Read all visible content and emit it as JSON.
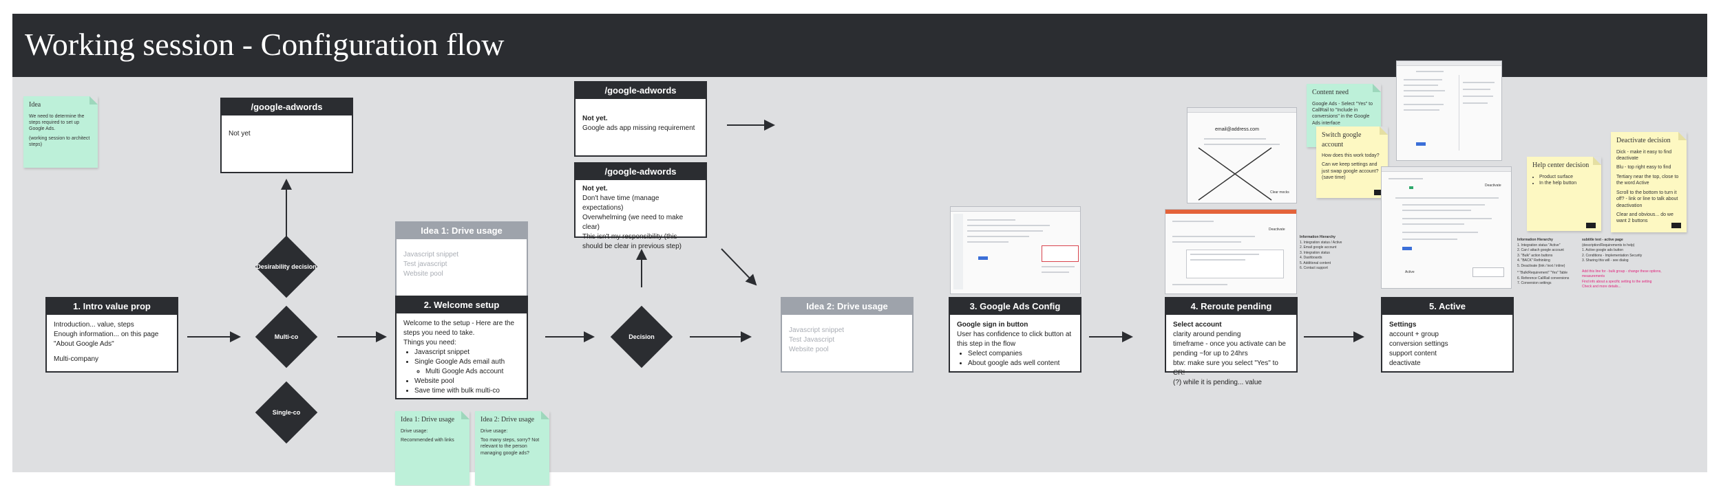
{
  "header": {
    "title": "Working session - Configuration flow"
  },
  "stickies": {
    "idea": {
      "title": "Idea",
      "lines": [
        "We need to determine the steps required to set up Google Ads.",
        "(working session to architect steps)"
      ]
    },
    "drive1": {
      "title": "Idea 1: Drive usage",
      "lines": [
        "Drive usage:",
        "Recommended with links"
      ]
    },
    "drive2": {
      "title": "Idea 2: Drive usage",
      "lines": [
        "Drive usage:",
        "Too many steps, sorry? Not relevant to the person managing google ads?"
      ]
    },
    "content_need": {
      "title": "Content need",
      "lines": [
        "Google Ads - Select \"Yes\" to CallRail to \"Include in conversions\" in the Google Ads interface"
      ]
    },
    "switch_account": {
      "title": "Switch google account",
      "lines": [
        "How does this work today?",
        "Can we keep settings and just swap google account? (save time)"
      ]
    },
    "help_center": {
      "title": "Help center decision",
      "lines": [
        "Product surface",
        "In the help button"
      ]
    },
    "deactivate": {
      "title": "Deactivate decision",
      "lines": [
        "Dick - make it easy to find deactivate",
        "Blu - top right easy to find",
        "Tertiary near the top, close to the word Active",
        "Scroll to the bottom to turn it off? - link or line to talk about deactivation",
        "Clear and obvious... do we want 2 buttons"
      ]
    }
  },
  "cards": {
    "intro": {
      "title": "1. Intro value prop",
      "lines": [
        "Introduction... value, steps",
        "Enough information... on this page",
        "\"About Google Ads\"",
        "Multi-company"
      ]
    },
    "adwords_top": {
      "title": "/google-adwords",
      "body": "Not yet"
    },
    "adwords_a": {
      "title": "/google-adwords",
      "bold": "Not yet.",
      "lines": [
        "Google ads app missing requirement"
      ]
    },
    "adwords_b": {
      "title": "/google-adwords",
      "bold": "Not yet.",
      "lines": [
        "Don't have time (manage expectations)",
        "Overwhelming (we need to make clear)",
        "This isn't my responsibility (this should be clear in previous step)"
      ]
    },
    "idea1": {
      "title": "Idea 1: Drive usage",
      "lines": [
        "Javascript snippet",
        "Test javascript",
        "Website pool"
      ]
    },
    "welcome": {
      "title": "2. Welcome setup",
      "intro": "Welcome to the setup - Here are the steps you need to take.",
      "need": "Things you need:",
      "items": [
        "Javascript snippet",
        "Single Google Ads email auth",
        "Website pool",
        "Save time with bulk multi-co"
      ],
      "subitem": "Multi Google Ads account"
    },
    "idea2": {
      "title": "Idea 2: Drive usage",
      "lines": [
        "Javascript snippet",
        "Test Javascript",
        "Website pool"
      ]
    },
    "ads_config": {
      "title": "3. Google Ads Config",
      "bold": "Google sign in button",
      "lines": [
        "User has confidence to click button at this step in the flow"
      ],
      "items": [
        "Select companies",
        "About google ads well content"
      ]
    },
    "reroute": {
      "title": "4. Reroute pending",
      "bold": "Select account",
      "lines": [
        "clarity around pending",
        "timeframe - once you activate can be pending ~for up to 24hrs",
        "btw: make sure you select \"Yes\" to CR!",
        "(?) while it is pending... value"
      ]
    },
    "active": {
      "title": "5. Active",
      "bold": "Settings",
      "lines": [
        "account + group",
        "conversion settings",
        "support content",
        "deactivate"
      ]
    }
  },
  "diamonds": {
    "desirability": "Desirability decision",
    "multi": "Multi-co",
    "single": "Single-co",
    "decision": "Decision"
  },
  "mockups": {
    "email_label": "email@address.com",
    "clear_label": "Clear mocks",
    "deactivate_label": "Deactivate",
    "active_label": "Active"
  },
  "notes": {
    "info_hier_1": {
      "title": "Information Hierarchy",
      "lines": [
        "1. Integration status / Active",
        "2. Email google account",
        "3. Integration status",
        "4. Dashboards",
        "5. Additional content",
        "6. Contact support"
      ]
    },
    "info_hier_2": {
      "title": "Information Hierarchy",
      "lines": [
        "1. Integration status \"Active\"",
        "2. Can I attach google account",
        "3. \"Bulk\" action buttons",
        "4. \"BACK\" Rethinking",
        "5. Deactivate (link / text / inline)"
      ],
      "extra": [
        "* \"Bulk/Requirement\" \"Yes\" Table",
        "6. Reference CallRail conversions",
        "7. Conversion settings"
      ]
    },
    "sub_notes": {
      "lines": [
        "subtitle text - active page",
        "(description/Requirements to help)",
        "1. Active google ads button",
        "2. Conditions - Implementation Security",
        "3. Sharing this will - see dialog"
      ],
      "pink": [
        "Add this line for - bulk group - change these options, measurements",
        "Find info about a specific setting to the setting",
        "Check and more details..."
      ]
    }
  }
}
